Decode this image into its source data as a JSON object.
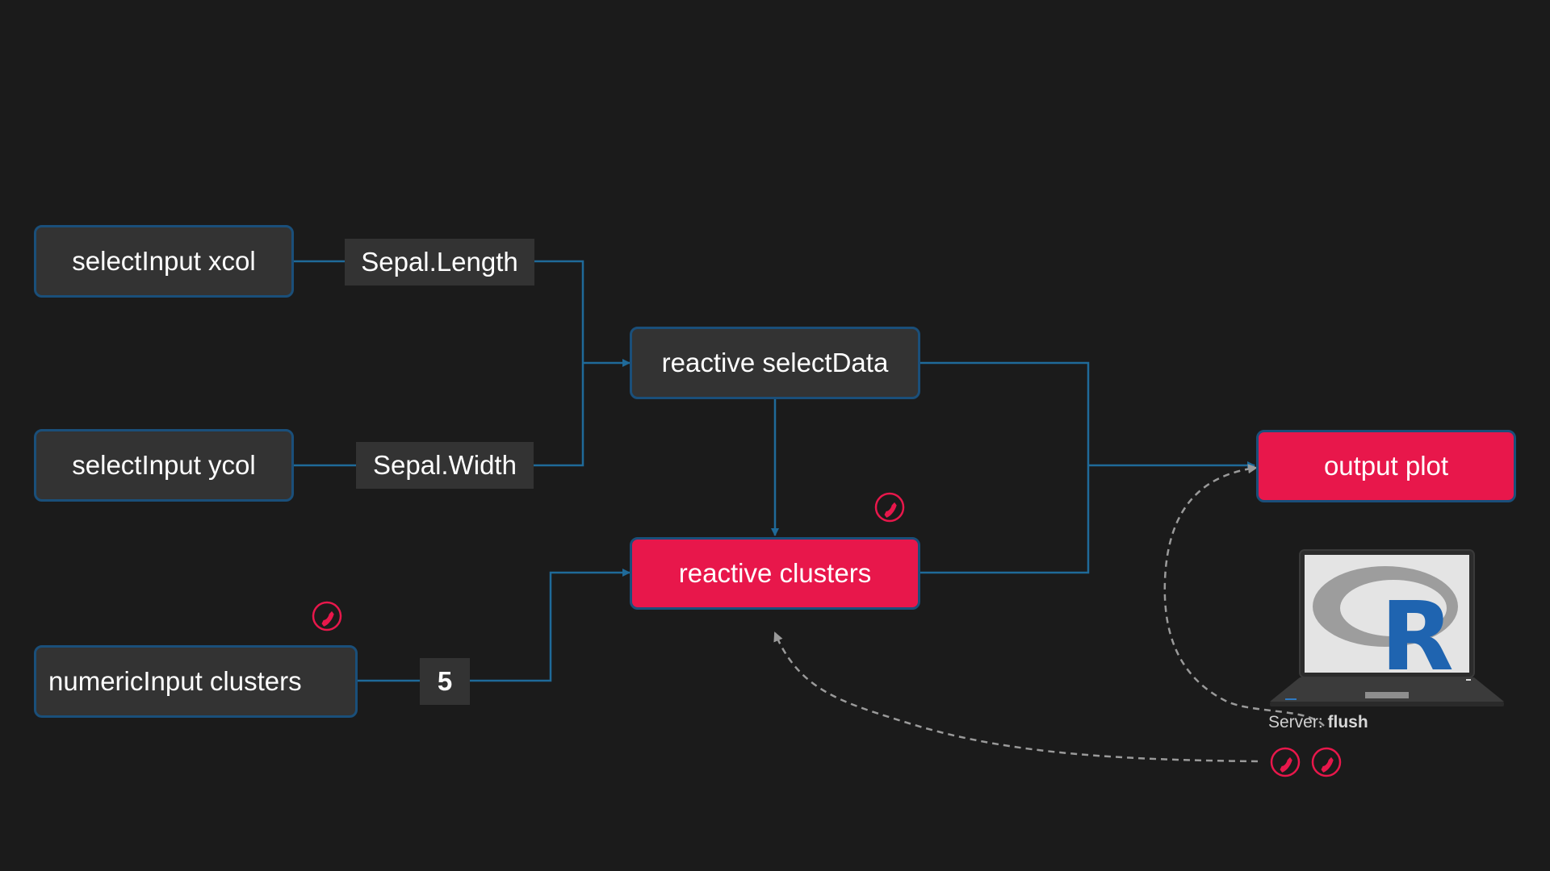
{
  "nodes": {
    "select_x": "selectInput xcol",
    "select_y": "selectInput ycol",
    "numeric_clusters": "numericInput clusters",
    "reactive_selectdata": "reactive selectData",
    "reactive_clusters": "reactive clusters",
    "output_plot": "output plot"
  },
  "values": {
    "xcol": "Sepal.Length",
    "ycol": "Sepal.Width",
    "clusters": "5"
  },
  "server": {
    "label": "Server:",
    "status": "flush"
  },
  "logo": {
    "letter": "R"
  },
  "icons": [
    "phone-call-icon",
    "phone-call-icon",
    "phone-call-icon",
    "phone-call-icon"
  ],
  "colors": {
    "background": "#1b1b1b",
    "node": "#333333",
    "active_node": "#e8174b",
    "border": "#1a4f7a",
    "connector": "#1f6a99",
    "dashed": "#9a9a9a",
    "icon": "#e8174b"
  }
}
